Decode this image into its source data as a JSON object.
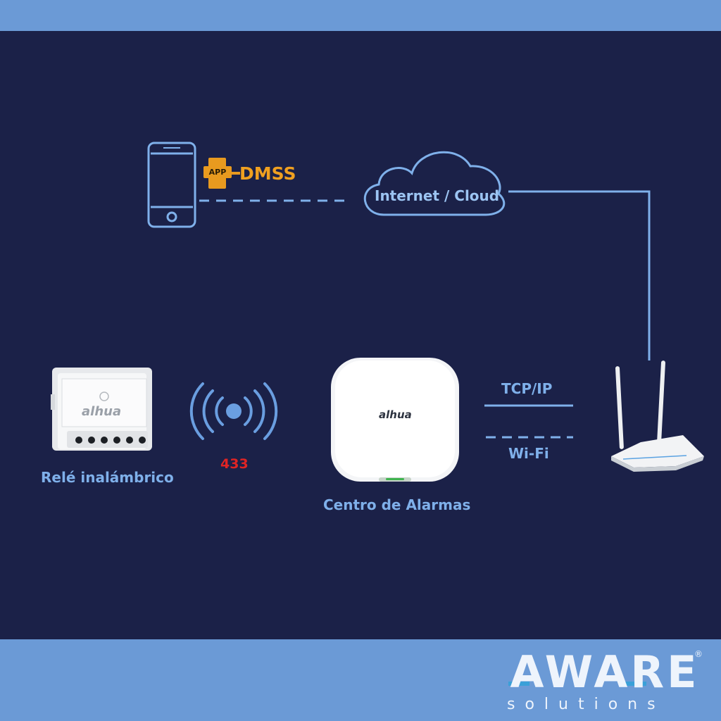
{
  "nodes": {
    "app_tag": "APP",
    "app_name": "DMSS",
    "cloud": "Internet / Cloud",
    "relay": "Relé inalámbrico",
    "frequency": "433",
    "alarm_center": "Centro de Alarmas",
    "router_wired": "TCP/IP",
    "router_wifi": "Wi-Fi"
  },
  "device_brand": "alhua",
  "logo": {
    "word": "AWARE",
    "registered": "®",
    "tagline": "solutions"
  },
  "colors": {
    "background": "#1b2148",
    "band": "#6b9ad6",
    "line": "#7fb0ea",
    "app_accent": "#f0a020",
    "frequency": "#e02424"
  }
}
